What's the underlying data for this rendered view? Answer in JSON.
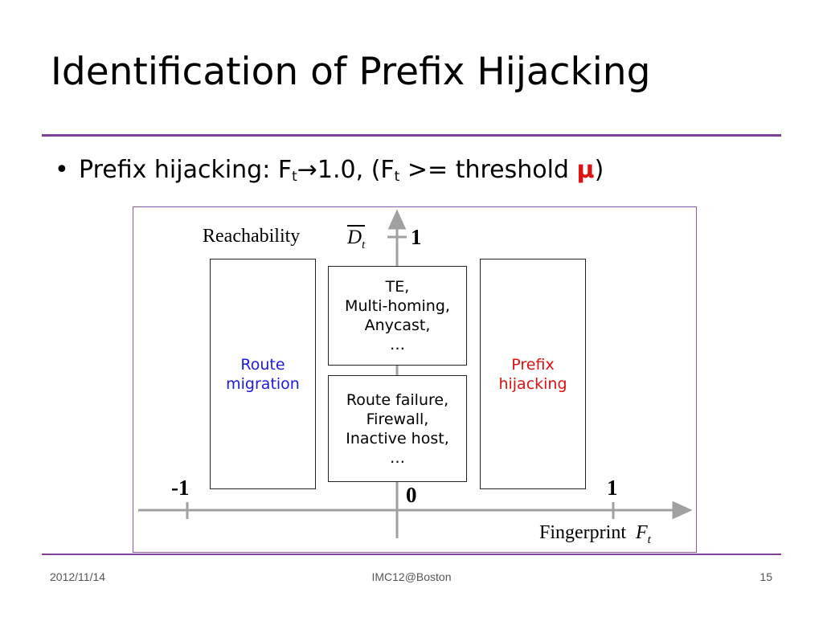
{
  "slide": {
    "title": "Identification of Prefix Hijacking",
    "bullet": {
      "prefix": "Prefix hijacking: F",
      "sub1": "t",
      "arrow": "→",
      "middle": "1.0, (F",
      "sub2": "t",
      "rest": " >= threshold ",
      "mu": "μ",
      "end": ")"
    }
  },
  "diagram": {
    "y_axis_label": "Reachability",
    "y_axis_var": "D",
    "y_axis_var_sub": "t",
    "x_axis_label": "Fingerprint",
    "x_axis_var": "F",
    "x_axis_var_sub": "t",
    "tick_y_top": "1",
    "tick_x_left": "-1",
    "tick_x_origin": "0",
    "tick_x_right": "1",
    "boxes": {
      "route_migration": [
        "Route",
        "migration"
      ],
      "te_group": [
        "TE,",
        "Multi-homing,",
        "Anycast,",
        "…"
      ],
      "failure_group": [
        "Route failure,",
        "Firewall,",
        "Inactive host,",
        "…"
      ],
      "prefix_hijacking": [
        "Prefix",
        "hijacking"
      ]
    },
    "colors": {
      "route_migration": "#1a1ae0",
      "prefix_hijacking": "#e01010",
      "axis": "#a0a0a0"
    }
  },
  "footer": {
    "date": "2012/11/14",
    "venue": "IMC12@Boston",
    "page": "15"
  }
}
